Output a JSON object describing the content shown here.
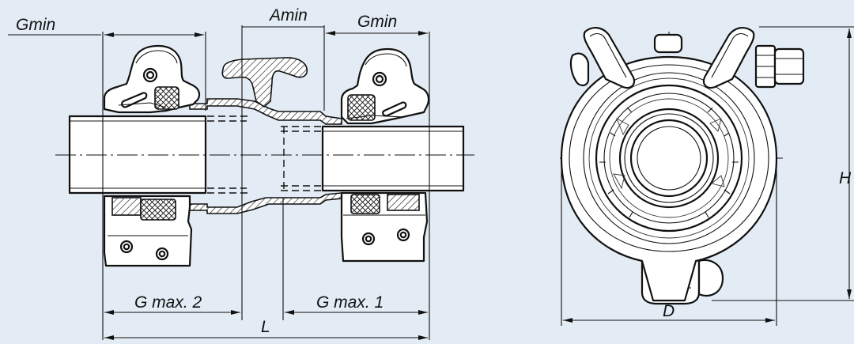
{
  "labels": {
    "gmin_left": "Gmin",
    "amin": "Amin",
    "gmin_right": "Gmin",
    "g_max_2": "G max. 2",
    "g_max_1": "G max. 1",
    "length": "L",
    "diameter": "D",
    "height": "H"
  },
  "colors": {
    "background": "#e3ecf4",
    "line": "#111111",
    "fill": "#ffffff"
  }
}
